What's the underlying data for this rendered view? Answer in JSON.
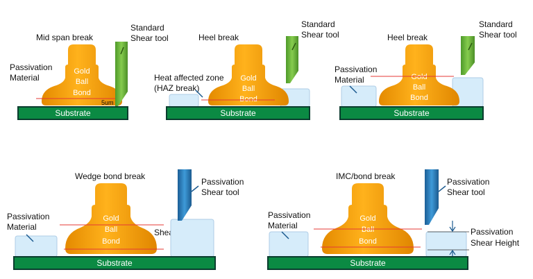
{
  "colors": {
    "gold": "#F5A000",
    "gold_dark": "#D88400",
    "substrate": "#0B8A43",
    "substrate_edge": "#0A3C2E",
    "passivation": "#D6ECFA",
    "passivation_edge": "#AFCDE6",
    "green_tool": "#6CB83A",
    "blue_tool": "#2A7FC0",
    "break_line": "#E53935"
  },
  "substrate_label": "Substrate",
  "bond_label": [
    "Gold",
    "Ball",
    "Bond"
  ],
  "panels": [
    {
      "title": "Mid span break",
      "tool_label": [
        "Standard",
        "Shear tool"
      ],
      "extra_small": "5um"
    },
    {
      "title": "Heel break",
      "tool_label": [
        "Standard",
        "Shear tool"
      ],
      "side_label": [
        "Heat affected zone",
        "(HAZ break)"
      ]
    },
    {
      "title": "Heel break",
      "tool_label": [
        "Standard",
        "Shear tool"
      ],
      "side_label": [
        "Passivation",
        "Material"
      ]
    },
    {
      "title": "Wedge bond break",
      "tool_label": [
        "Passivation",
        "Shear tool"
      ],
      "side_label": [
        "Passivation",
        "Material"
      ],
      "height_label": "Shear Height"
    },
    {
      "title": "IMC/bond break",
      "tool_label": [
        "Passivation",
        "Shear tool"
      ],
      "side_label": [
        "Passivation",
        "Material"
      ],
      "height_label": [
        "Passivation",
        "Shear Height"
      ]
    }
  ],
  "top_left_label": [
    "Passivation",
    "Material"
  ]
}
